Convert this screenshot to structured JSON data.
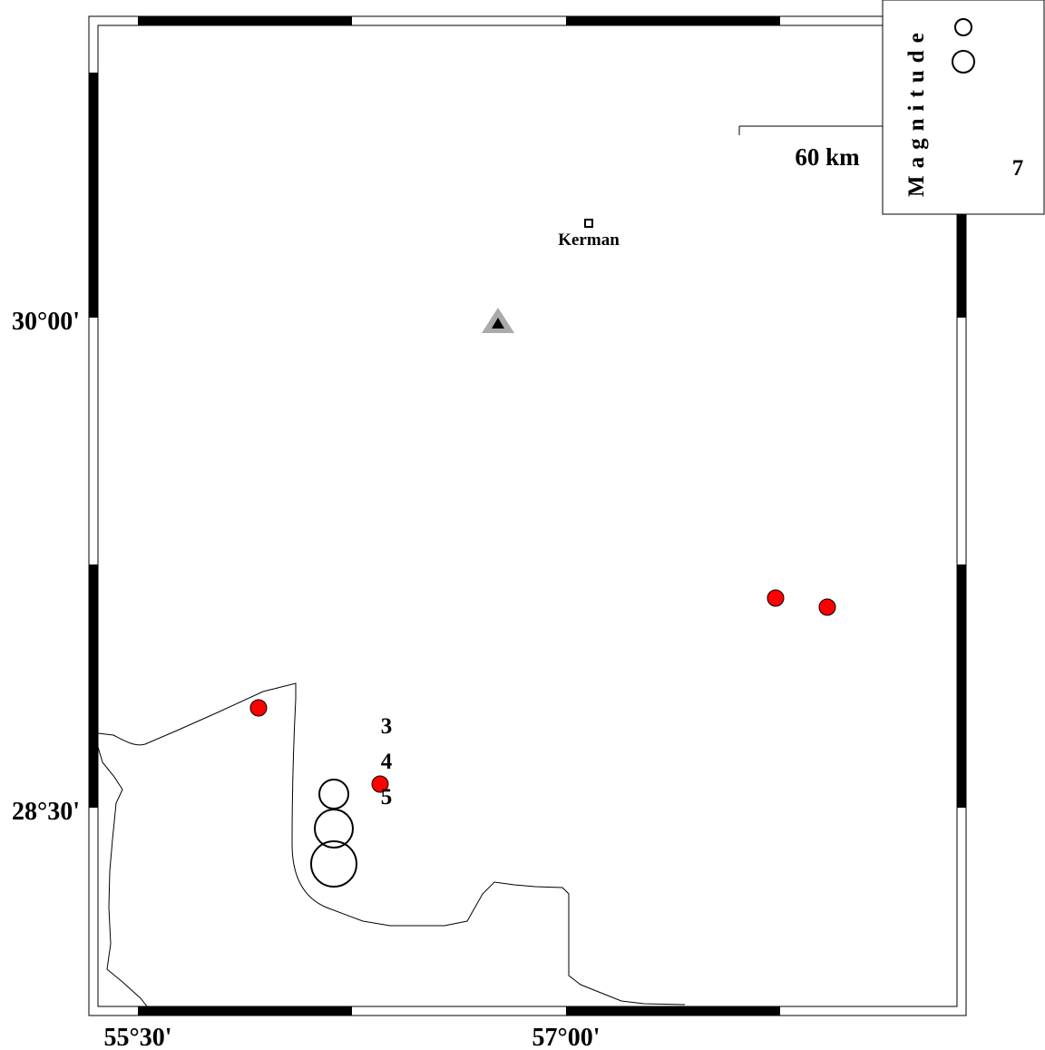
{
  "map": {
    "lat_labels": [
      "30°00'",
      "28°30'"
    ],
    "lon_labels": [
      "55°30'",
      "57°00'"
    ],
    "city": {
      "name": "Kerman"
    },
    "scale_bar": {
      "label": "60 km"
    },
    "legend": {
      "title": "Magnitude",
      "visible_number": "7",
      "magnitude_labels": [
        "3",
        "4",
        "5"
      ]
    },
    "colors": {
      "event": "#ff0000",
      "station_outer": "#aaaaaa",
      "station_inner": "#000000",
      "coastline": "#000000",
      "frame": "#000000"
    },
    "icons": {
      "city_marker": "square-icon",
      "station_marker": "triangle-icon",
      "event_marker": "red-circle-icon"
    }
  }
}
